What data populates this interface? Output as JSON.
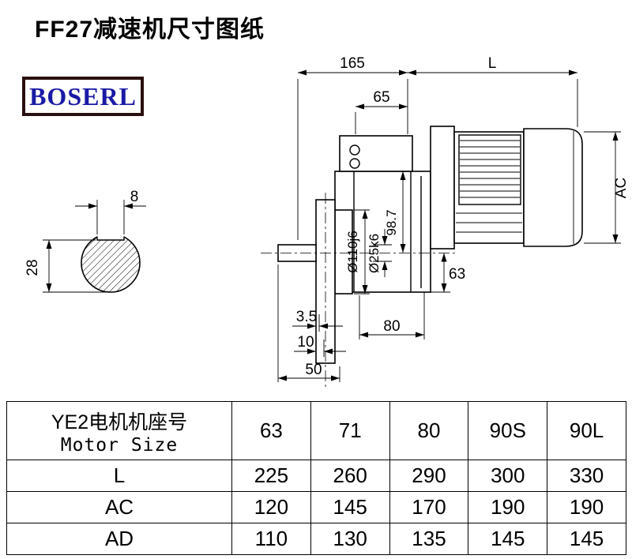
{
  "page": {
    "title": "FF27减速机尺寸图纸",
    "logo_text": "BOSERL"
  },
  "drawing": {
    "dim_165": "165",
    "dim_L": "L",
    "dim_65": "65",
    "dim_AC": "AC",
    "dim_8": "8",
    "dim_28": "28",
    "dim_110": "Ø110j6",
    "dim_25": "Ø25k6",
    "dim_98_7": "98.7",
    "dim_63": "63",
    "dim_80": "80",
    "dim_3_5": "3.5",
    "dim_10": "10",
    "dim_50": "50"
  },
  "table": {
    "header": {
      "line1": "YE2电机机座号",
      "line2": "Motor Size"
    },
    "columns": [
      "63",
      "71",
      "80",
      "90S",
      "90L"
    ],
    "rows": [
      {
        "label": "L",
        "values": [
          "225",
          "260",
          "290",
          "300",
          "330"
        ]
      },
      {
        "label": "AC",
        "values": [
          "120",
          "145",
          "170",
          "190",
          "190"
        ]
      },
      {
        "label": "AD",
        "values": [
          "110",
          "130",
          "135",
          "145",
          "145"
        ]
      }
    ]
  }
}
